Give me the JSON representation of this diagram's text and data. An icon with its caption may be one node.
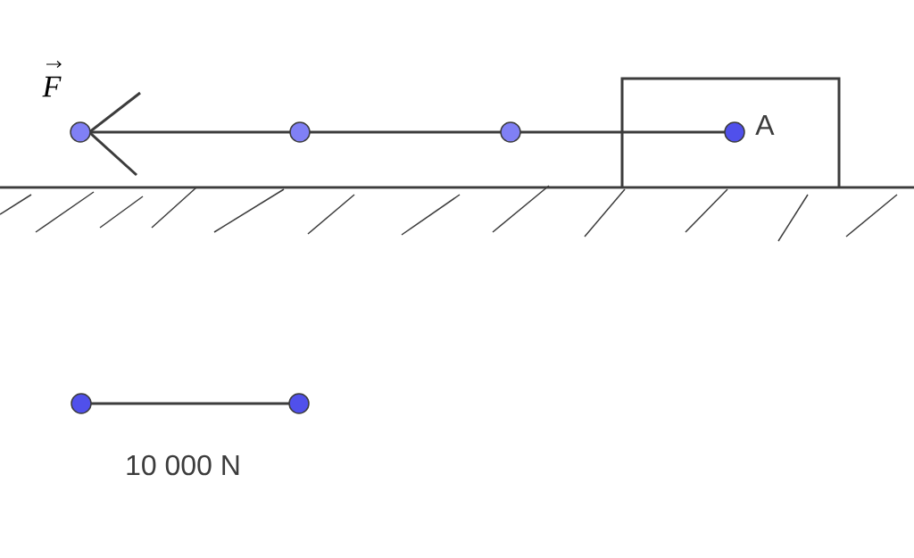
{
  "diagram": {
    "labels": [
      "F",
      "A",
      "10 000 N"
    ]
  }
}
